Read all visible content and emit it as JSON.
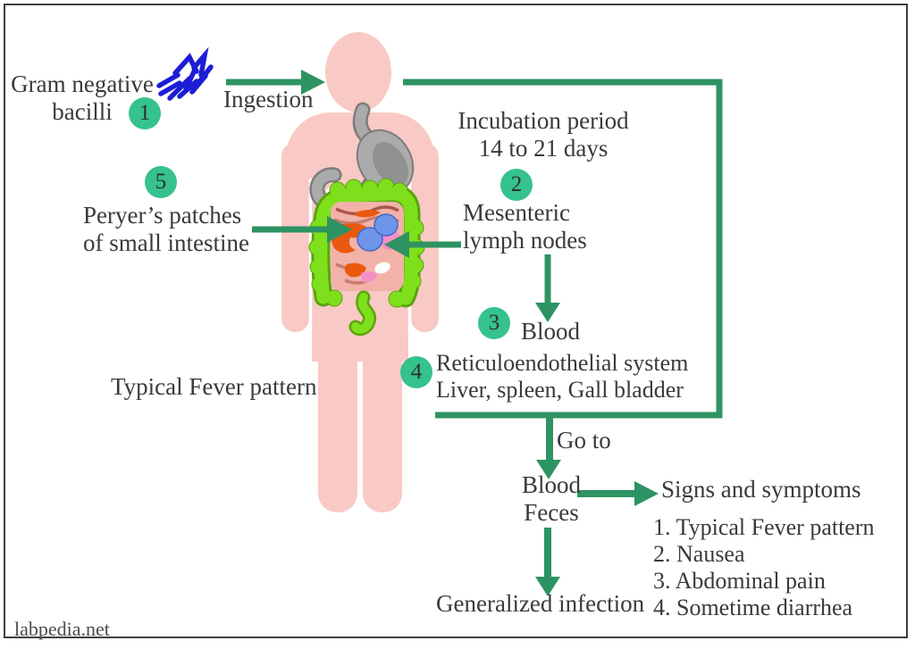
{
  "diagram_title_context": "Enteric fever pathogenesis flow diagram",
  "source": {
    "watermark": "labpedia.net"
  },
  "colors": {
    "arrow_green": "#2e9362",
    "badge_green": "#35c28c",
    "body_pink": "#f9c9c5",
    "bacilli_blue": "#1d1dd6",
    "colon_green": "#7ee01c",
    "text_dark": "#3a3a3a"
  },
  "pathway": {
    "step1": {
      "badge": "1",
      "line1": "Gram negative",
      "line2": "bacilli"
    },
    "ingestion_label": "Ingestion",
    "incubation": {
      "badge": "2",
      "line1": "Incubation period",
      "line2": "14 to 21 days"
    },
    "mesenteric": {
      "line1": "Mesenteric",
      "line2": "lymph nodes"
    },
    "blood_step": {
      "badge": "3",
      "label": "Blood"
    },
    "res": {
      "badge": "4",
      "line1": "Reticuloendothelial system",
      "line2": "Liver, spleen, Gall bladder"
    },
    "peyers": {
      "badge": "5",
      "line1": "Peryer’s patches",
      "line2": "of small intestine"
    },
    "typical_fever_label": "Typical Fever pattern",
    "go_to_label": "Go to",
    "blood_feces": {
      "line1": "Blood",
      "line2": "Feces"
    },
    "signs": {
      "title": "Signs and symptoms",
      "items": [
        "1. Typical Fever pattern",
        "2. Nausea",
        "3. Abdominal pain",
        "4. Sometime diarrhea"
      ]
    },
    "generalized_label": "Generalized infection"
  }
}
